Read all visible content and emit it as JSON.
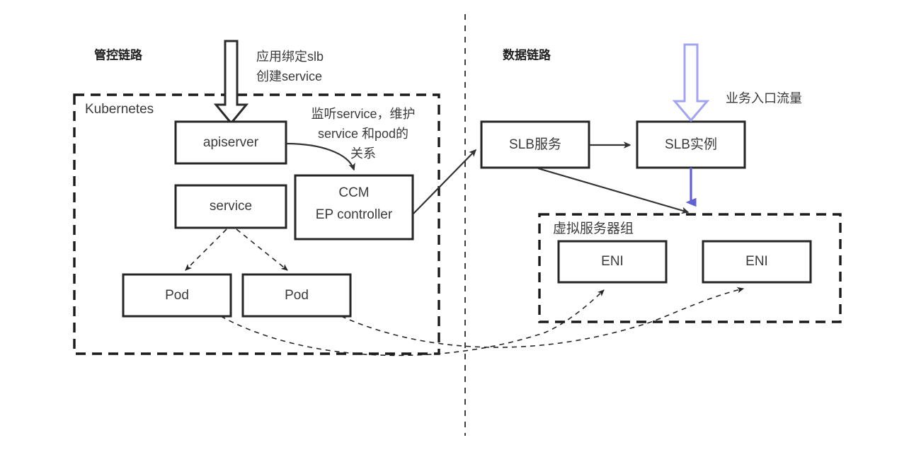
{
  "diagram": {
    "title_control_chain": "管控链路",
    "title_data_chain": "数据链路",
    "zones": {
      "kubernetes": "Kubernetes",
      "vserver_group": "虚拟服务器组"
    },
    "nodes": {
      "apiserver": "apiserver",
      "service": "service",
      "ccm_line1": "CCM",
      "ccm_line2": "EP controller",
      "pod1": "Pod",
      "pod2": "Pod",
      "slb_service": "SLB服务",
      "slb_instance": "SLB实例",
      "eni1": "ENI",
      "eni2": "ENI"
    },
    "annotations": {
      "app_bind_line1": "应用绑定slb",
      "app_bind_line2": "创建service",
      "watch_line1": "监听service，维护",
      "watch_line2": "service 和pod的",
      "watch_line3": "关系",
      "ingress_traffic": "业务入口流量"
    },
    "colors": {
      "stroke_dark": "#262626",
      "zone_dash": "#1a1a1a",
      "blue_solid": "#5f62d6",
      "blue_outline": "#a3a4ef",
      "background": "#ffffff"
    }
  }
}
